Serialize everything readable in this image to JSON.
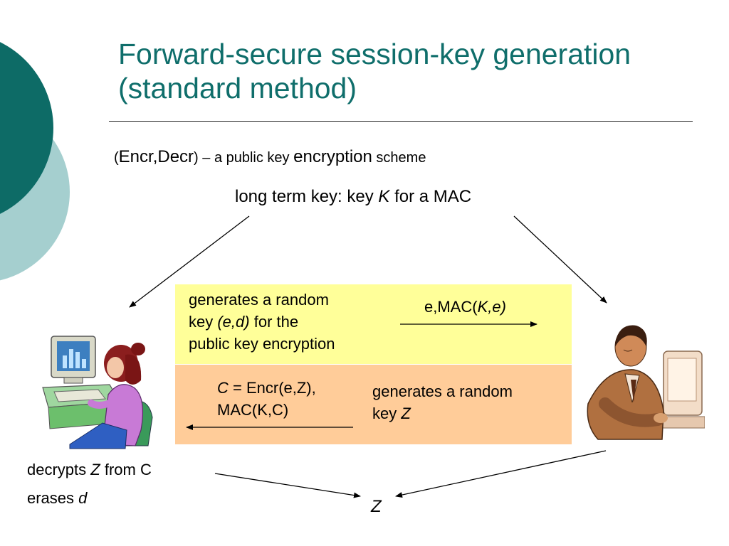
{
  "slide": {
    "title_line1": "Forward-secure session-key generation",
    "title_line2": "(standard method)",
    "scheme": {
      "open_paren": "(",
      "encr_decr": "Encr,Decr",
      "close_dash": ") – a public key ",
      "encryption": "encryption",
      "tail": " scheme"
    },
    "long_term": {
      "prefix": "long term key: key ",
      "key": "K",
      "suffix": " for a MAC"
    },
    "box1": {
      "line1": "generates a random",
      "line2_prefix": "key ",
      "line2_ed": "(e,d)",
      "line2_suffix": " for the",
      "line3": "public key encryption",
      "msg_prefix": "e,MAC(",
      "msg_key": "K,e)"
    },
    "box2": {
      "c_var": "C",
      "c_line1_rest": " = Encr(e,Z),",
      "c_line2": "MAC(K,C)",
      "gen_line1": "generates a random",
      "gen_line2_prefix": "key ",
      "gen_line2_var": "Z"
    },
    "left_notes": {
      "line1_prefix": "decrypts ",
      "line1_var": "Z",
      "line1_suffix": " from C",
      "line2_prefix": "erases ",
      "line2_var": "d"
    },
    "result": "Z"
  },
  "colors": {
    "title": "#0f6e6b",
    "dark_teal": "#0d6b66",
    "light_teal": "#a5cfcf",
    "box_yellow": "#ffff99",
    "box_orange": "#ffcc99"
  },
  "icons": [
    "woman-at-computer-icon",
    "man-at-computer-icon"
  ]
}
